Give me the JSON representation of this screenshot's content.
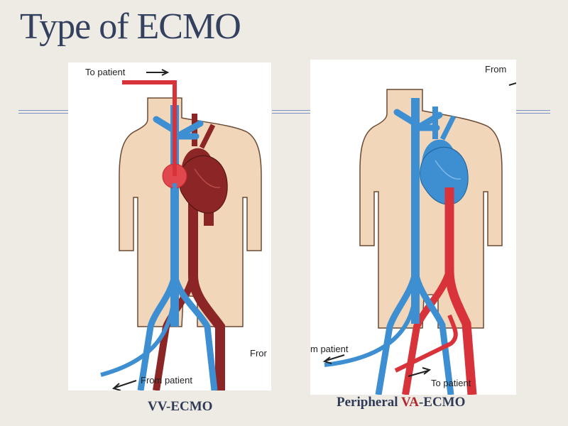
{
  "slide": {
    "title": "Type of ECMO"
  },
  "vv": {
    "label_to": "To patient",
    "label_from": "From patient",
    "label_right_edge": "Fror",
    "caption": "VV-ECMO"
  },
  "va": {
    "label_top_right": "From",
    "label_from": "m patient",
    "label_to": "To patient",
    "caption_prefix": "Peripheral ",
    "caption_va": "VA",
    "caption_suffix": "-ECMO"
  },
  "colors": {
    "skin": "#f2d6b9",
    "skin_stroke": "#6b4a34",
    "vein_blue": "#3e8fd1",
    "oxy_red": "#d8323a",
    "dark_red": "#8c2525",
    "title": "#33405e",
    "accent_rule": "#7b93c4"
  }
}
